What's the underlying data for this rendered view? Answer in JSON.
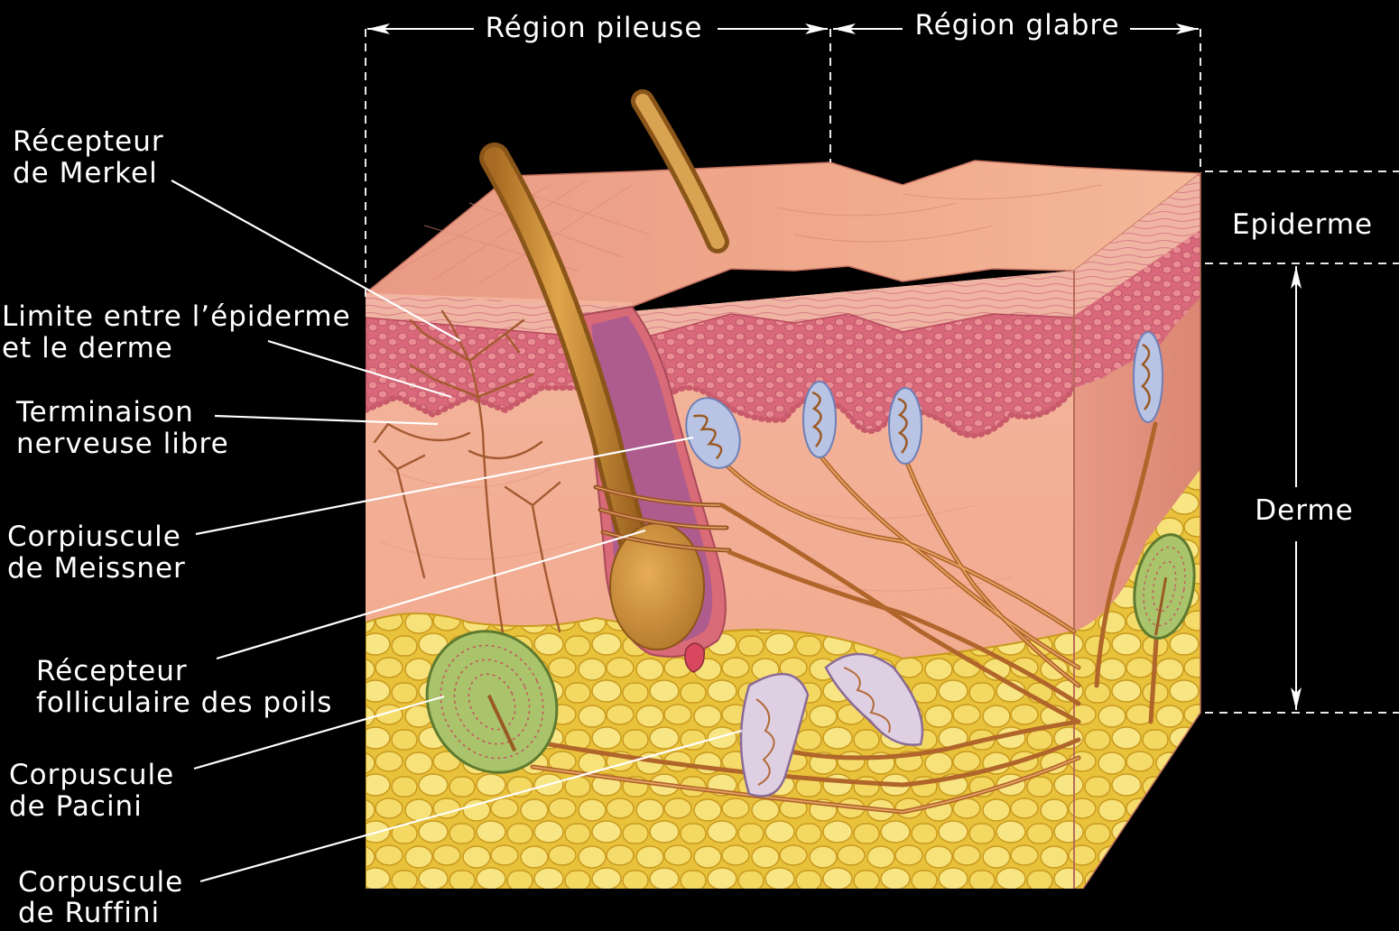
{
  "regions": {
    "hairy": "Région pileuse",
    "glabrous": "Région glabre"
  },
  "layers": {
    "epidermis": "Epiderme",
    "dermis": "Derme"
  },
  "labels": [
    {
      "id": "merkel",
      "lines": [
        "Récepteur",
        "de Merkel"
      ]
    },
    {
      "id": "boundary",
      "lines": [
        "Limite entre l’épiderme",
        "et le derme"
      ]
    },
    {
      "id": "free-ending",
      "lines": [
        "Terminaison",
        "nerveuse libre"
      ]
    },
    {
      "id": "meissner",
      "lines": [
        "Corpiuscule",
        "de Meissner"
      ]
    },
    {
      "id": "hair-follicle",
      "lines": [
        "Récepteur",
        "folliculaire des poils"
      ]
    },
    {
      "id": "pacini",
      "lines": [
        "Corpuscule",
        "de Pacini"
      ]
    },
    {
      "id": "ruffini",
      "lines": [
        "Corpuscule",
        "de Ruffini"
      ]
    }
  ],
  "colors": {
    "background": "#000000",
    "epidermis": "#e9a08a",
    "epidermis_dark": "#c9566a",
    "dermis": "#f3b59b",
    "fat": "#f2d65a",
    "hair": "#c98b35",
    "nerve": "#b0652a",
    "pacini": "#a9c46a",
    "meissner": "#b9c3e4",
    "ruffini": "#d9c6d8"
  }
}
